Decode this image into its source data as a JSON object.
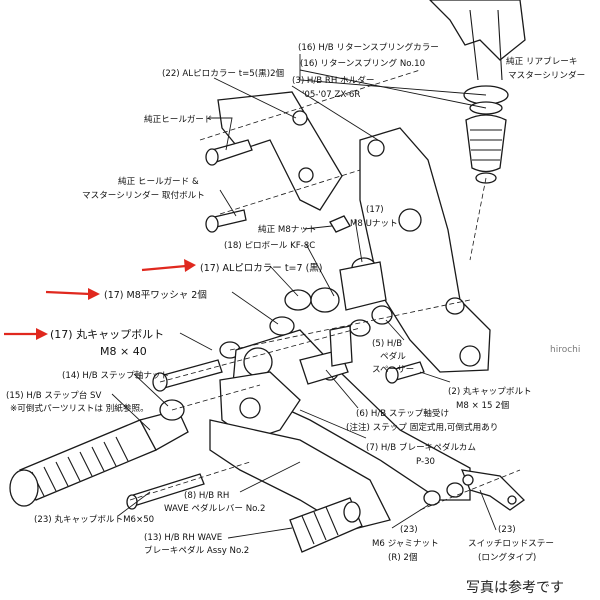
{
  "labels": {
    "return_spring_collar": "(16) H/B リターンスプリングカラー",
    "return_spring": "(16) リターンスプリング No.10",
    "oem_rear_brake": "純正 リアブレーキ",
    "oem_master_cyl": "マスターシリンダー",
    "rh_holder": "(3) H/B RH ホルダー",
    "rh_holder_model": "'05-'07 ZX-6R",
    "al_pillow_collar_5": "(22) ALピロカラー t=5(黒)2個",
    "oem_heel_guard": "純正ヒールガード",
    "oem_heel_guard_bolt_1": "純正 ヒールガード &",
    "oem_heel_guard_bolt_2": "マスターシリンダー 取付ボルト",
    "oem_m8_nut": "純正 M8ナット",
    "m8_u_nut_no": "(17)",
    "m8_u_nut": "M8 Uナット",
    "pillow_ball": "(18) ピロボール KF-8C",
    "al_pillow_collar_7": "(17) ALピロカラー t=7 (黒)",
    "m8_washer": "(17) M8平ワッシャ 2個",
    "round_cap_bolt_1": "(17) 丸キャップボルト",
    "round_cap_bolt_1_size": "M8 × 40",
    "step_shaft_nut": "(14) H/B ステップ軸ナット",
    "step_base_1": "(15) H/B ステップ台 SV",
    "step_base_2": "※可倒式パーツリストは 別紙参照。",
    "pedal_spacer_1": "(5) H/B",
    "pedal_spacer_2": "ペダル",
    "pedal_spacer_3": "スペーサー",
    "round_cap_bolt_2_1": "(2) 丸キャップボルト",
    "round_cap_bolt_2_2": "M8 × 15 2個",
    "step_shaft_holder_1": "(6) H/B ステップ軸受け",
    "step_shaft_holder_2": "(注注) ステップ 固定式用,可倒式用あり",
    "brake_pedal_cam_1": "(7) H/B ブレーキペダルカム",
    "brake_pedal_cam_2": "P-30",
    "pedal_lever_1": "(8) H/B RH",
    "pedal_lever_2": "WAVE ペダルレバー No.2",
    "round_cap_bolt_m6": "(23) 丸キャップボルトM6×50",
    "brake_pedal_assy_1": "(13) H/B RH WAVE",
    "brake_pedal_assy_2": "ブレーキペダル Assy No.2",
    "jamnut_1": "(23)",
    "jamnut_2": "M6 ジャミナット",
    "jamnut_3": "(R) 2個",
    "switch_rod_stay_1": "(23)",
    "switch_rod_stay_2": "スイッチロッドステー",
    "switch_rod_stay_3": "(ロングタイプ)"
  },
  "watermark": "hirochi",
  "caption": "写真は参考です",
  "colors": {
    "highlight_arrow": "#e0281e",
    "line": "#1a1a1a",
    "background": "#ffffff"
  }
}
